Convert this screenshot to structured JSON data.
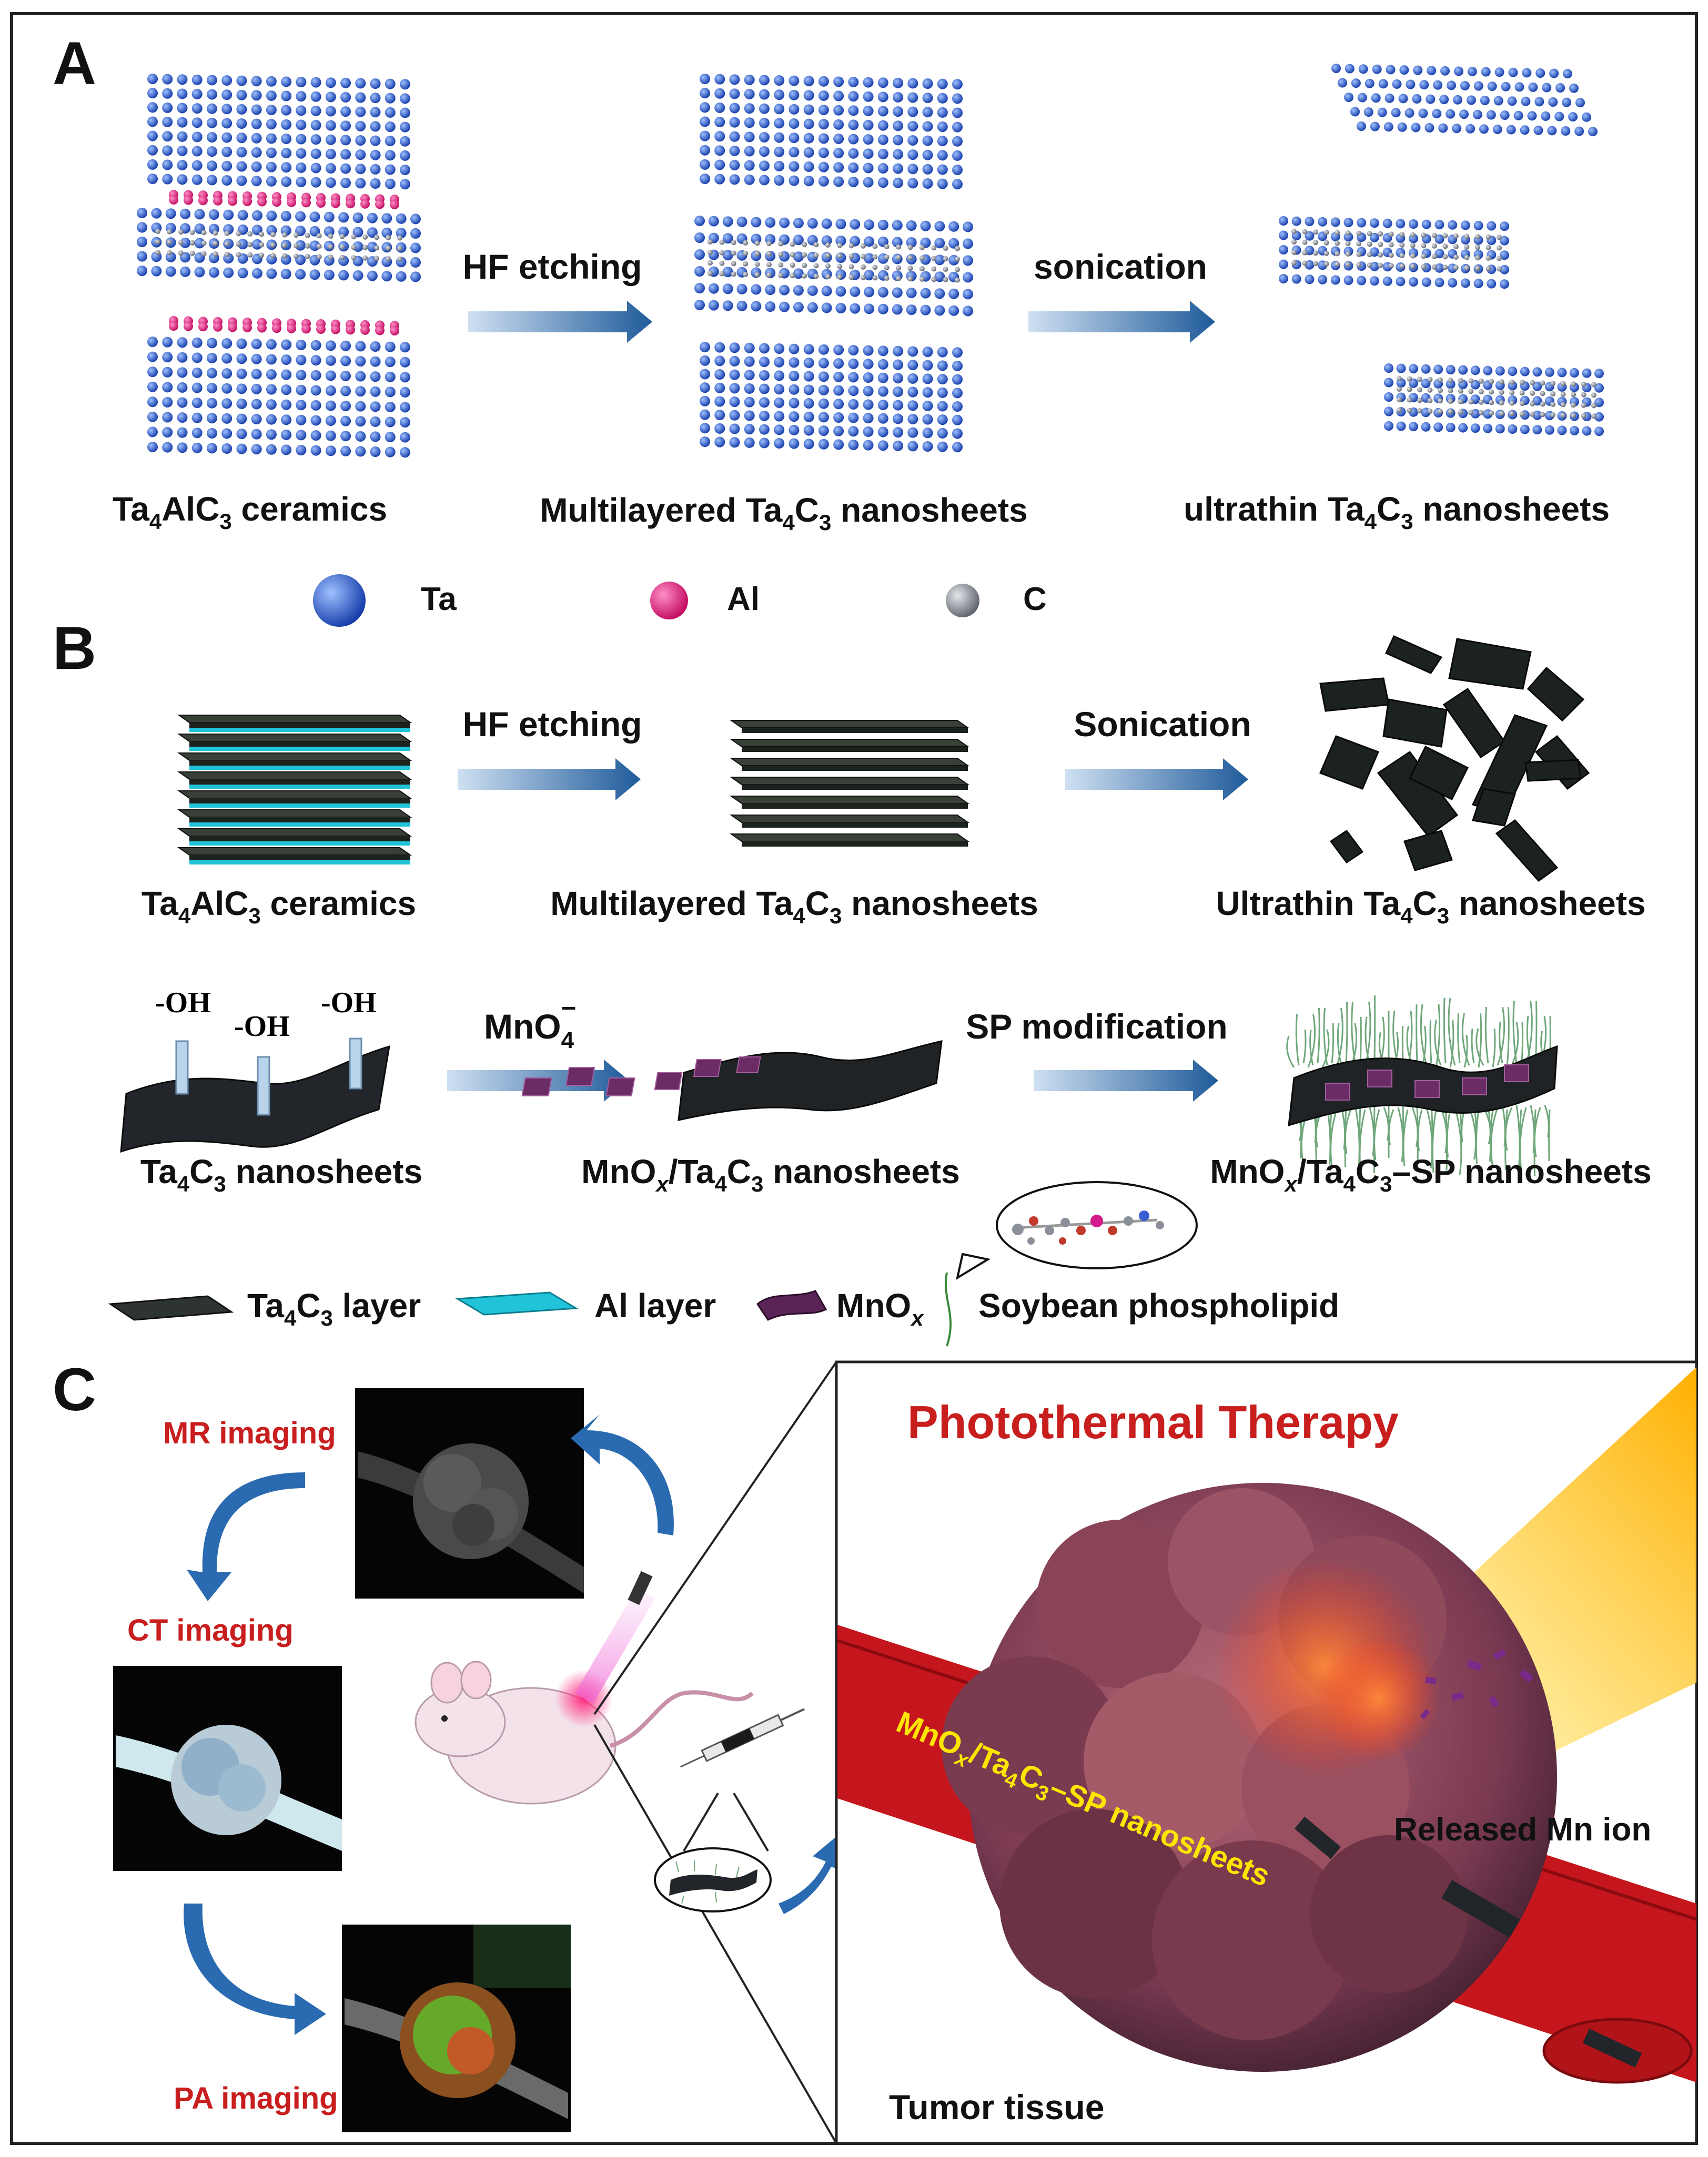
{
  "panels": {
    "a": {
      "letter": "A",
      "arrow1": "HF etching",
      "arrow2": "sonication",
      "captions": [
        "Ta4AlC3 ceramics",
        "Multilayered Ta4C3 nanosheets",
        "ultrathin Ta4C3 nanosheets"
      ],
      "legend": [
        {
          "label": "Ta",
          "color": "#1f5fe0"
        },
        {
          "label": "Al",
          "color": "#e8177a"
        },
        {
          "label": "C",
          "color": "#8a8f99"
        }
      ],
      "layer_color": "#1f5fe0",
      "al_layer_color": "#d62020"
    },
    "b": {
      "letter": "B",
      "row1": {
        "arrow1": "HF etching",
        "arrow2": "Sonication",
        "captions": [
          "Ta4AlC3 ceramics",
          "Multilayered Ta4C3 nanosheets",
          "Ultrathin Ta4C3 nanosheets"
        ]
      },
      "row2": {
        "hydroxyl": [
          "-OH",
          "-OH",
          "-OH"
        ],
        "arrow1": "MnO4",
        "arrow1_super": "–",
        "arrow2": "SP modification",
        "captions": [
          "Ta4C3 nanosheets",
          "MnOx/Ta4C3 nanosheets",
          "MnOx/Ta4C3–SP nanosheets"
        ]
      },
      "legend": [
        {
          "label": "Ta4C3 layer",
          "color": "#2e342f"
        },
        {
          "label": "Al layer",
          "color": "#21c3d9"
        },
        {
          "label": "MnOx",
          "color": "#5a2456"
        },
        {
          "label": "Soybean phospholipid",
          "color": "#3a8a3a"
        }
      ]
    },
    "c": {
      "letter": "C",
      "imaging": [
        "MR imaging",
        "CT imaging",
        "PA imaging"
      ],
      "title": "Photothermal Therapy",
      "nanosheet_label": "MnOx/Ta4C3–SP nanosheets",
      "released": "Released Mn ion",
      "tissue": "Tumor tissue"
    }
  },
  "colors": {
    "arrow": "#2a6aa8",
    "imaging_text": "#c81e1e",
    "title_text": "#c81e1e",
    "vessel": "#c4161c",
    "tumor": "#8a4a5e",
    "beam": "#ffd24a"
  }
}
